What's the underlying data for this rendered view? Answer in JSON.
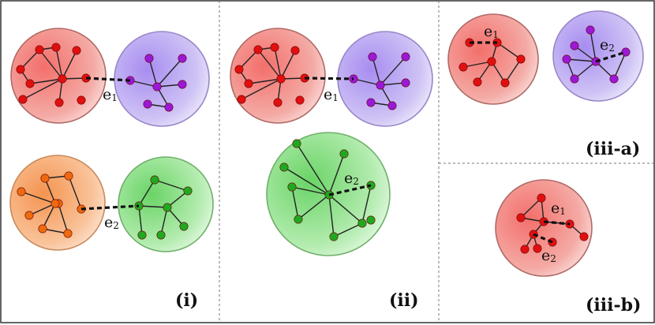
{
  "panels": [
    {
      "label": "(i)"
    },
    {
      "label": "(ii)"
    },
    {
      "label": "(iii-a)"
    },
    {
      "label": "(iii-b)"
    }
  ],
  "edge_labels": {
    "e1": "e",
    "e1_sub": "1",
    "e2": "e",
    "e2_sub": "2"
  },
  "colors": {
    "red_fill": "#f08a86",
    "red_node": "#e01010",
    "purple_fill": "#b9a6ee",
    "purple_node": "#9a18d8",
    "orange_fill": "#f7a86a",
    "orange_node": "#ee6a10",
    "green_fill": "#8fe08a",
    "green_node": "#20a820",
    "border": "#333333",
    "divider": "#888888"
  }
}
